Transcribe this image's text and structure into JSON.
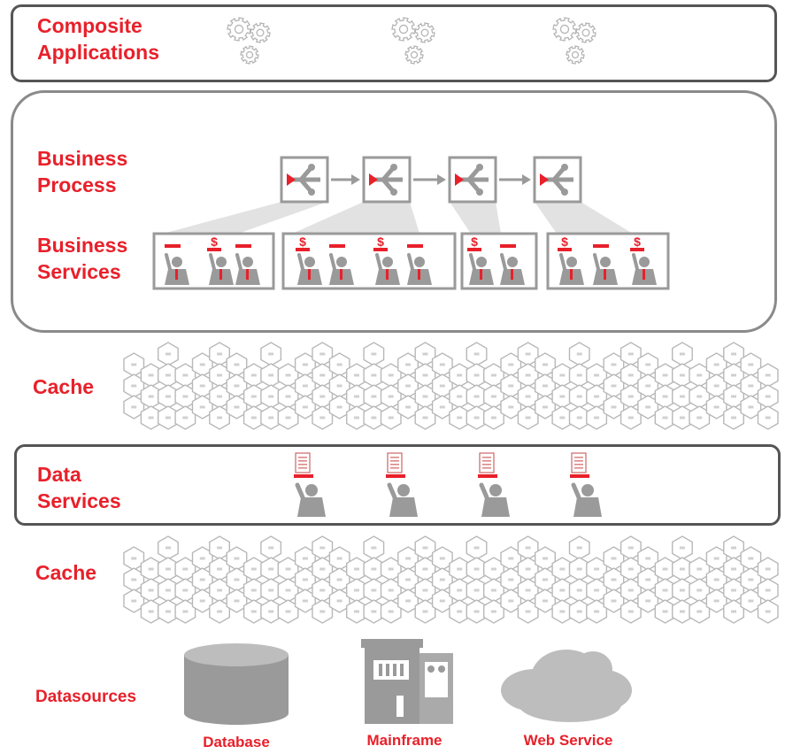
{
  "layers": {
    "composite": {
      "label1": "Composite",
      "label2": "Applications"
    },
    "business_process": {
      "label1": "Business",
      "label2": "Process"
    },
    "business_services": {
      "label1": "Business",
      "label2": "Services"
    },
    "cache_top": {
      "label": "Cache"
    },
    "data_services": {
      "label1": "Data",
      "label2": "Services"
    },
    "cache_bottom": {
      "label": "Cache"
    },
    "datasources": {
      "label": "Datasources"
    }
  },
  "datasources": {
    "database": "Database",
    "mainframe": "Mainframe",
    "web_service": "Web Service"
  },
  "colors": {
    "accent": "#e8202a",
    "icon_gray": "#9a9a9a",
    "border_dark": "#555555",
    "border_light": "#8a8a8a",
    "hex_stroke": "#b8b8b8"
  },
  "icons": [
    "gear-cluster-icon",
    "process-step-icon",
    "service-person-icon",
    "hexagon-cache-cell",
    "database-icon",
    "mainframe-icon",
    "cloud-icon"
  ]
}
